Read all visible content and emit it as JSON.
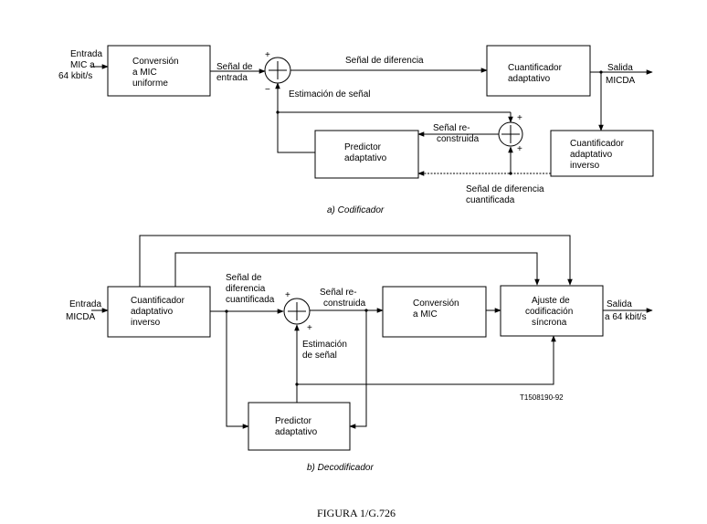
{
  "encoder": {
    "input": [
      "Entrada",
      "MIC a",
      "64 kbit/s"
    ],
    "conv_block": [
      "Conversión",
      "a MIC",
      "uniforme"
    ],
    "signal_in": [
      "Señal de",
      "entrada"
    ],
    "plus": "+",
    "minus": "−",
    "diff_signal": "Señal de diferencia",
    "est_signal": "Estimación de señal",
    "quant_block": [
      "Cuantificador",
      "adaptativo"
    ],
    "output": [
      "Salida",
      "MICDA"
    ],
    "recon_signal": [
      "Señal re-",
      "construida"
    ],
    "pred_block": [
      "Predictor",
      "adaptativo"
    ],
    "invq_block": [
      "Cuantificador",
      "adaptativo",
      "inverso"
    ],
    "qdiff_signal": [
      "Señal de diferencia",
      "cuantificada"
    ],
    "caption": "a)  Codificador"
  },
  "decoder": {
    "input": [
      "Entrada",
      "MICDA"
    ],
    "invq_block": [
      "Cuantificador",
      "adaptativo",
      "inverso"
    ],
    "qdiff_signal": [
      "Señal de",
      "diferencia",
      "cuantificada"
    ],
    "plus": "+",
    "recon_signal": [
      "Señal re-",
      "construida"
    ],
    "est_signal": [
      "Estimación",
      "de señal"
    ],
    "conv_block": [
      "Conversión",
      "a MIC"
    ],
    "sync_block": [
      "Ajuste de",
      "codificación",
      "síncrona"
    ],
    "output": [
      "Salida",
      "a 64 kbit/s"
    ],
    "pred_block": [
      "Predictor",
      "adaptativo"
    ],
    "code": "T1508190-92",
    "caption": "b)  Decodificador"
  },
  "figure_label": "FIGURA  1/G.726"
}
